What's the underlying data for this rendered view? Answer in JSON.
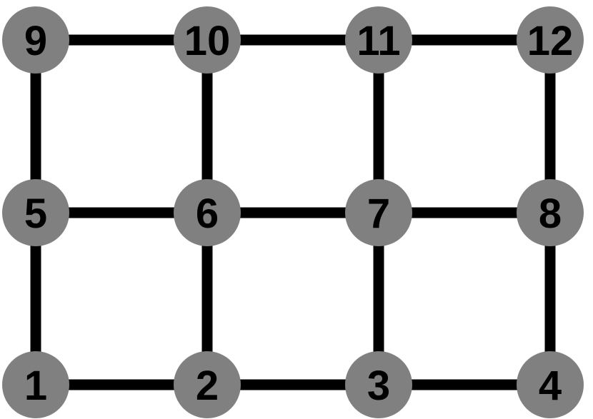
{
  "colors": {
    "background": "#ffffff",
    "node_fill": "#808080",
    "edge": "#000000",
    "label": "#000000"
  },
  "nodes": [
    {
      "id": "1",
      "label": "1",
      "row": 0,
      "col": 0
    },
    {
      "id": "2",
      "label": "2",
      "row": 0,
      "col": 1
    },
    {
      "id": "3",
      "label": "3",
      "row": 0,
      "col": 2
    },
    {
      "id": "4",
      "label": "4",
      "row": 0,
      "col": 3
    },
    {
      "id": "5",
      "label": "5",
      "row": 1,
      "col": 0
    },
    {
      "id": "6",
      "label": "6",
      "row": 1,
      "col": 1
    },
    {
      "id": "7",
      "label": "7",
      "row": 1,
      "col": 2
    },
    {
      "id": "8",
      "label": "8",
      "row": 1,
      "col": 3
    },
    {
      "id": "9",
      "label": "9",
      "row": 2,
      "col": 0
    },
    {
      "id": "10",
      "label": "10",
      "row": 2,
      "col": 1
    },
    {
      "id": "11",
      "label": "11",
      "row": 2,
      "col": 2
    },
    {
      "id": "12",
      "label": "12",
      "row": 2,
      "col": 3
    }
  ],
  "edges": [
    [
      "1",
      "2"
    ],
    [
      "2",
      "3"
    ],
    [
      "3",
      "4"
    ],
    [
      "5",
      "6"
    ],
    [
      "6",
      "7"
    ],
    [
      "7",
      "8"
    ],
    [
      "9",
      "10"
    ],
    [
      "10",
      "11"
    ],
    [
      "11",
      "12"
    ],
    [
      "1",
      "5"
    ],
    [
      "5",
      "9"
    ],
    [
      "2",
      "6"
    ],
    [
      "6",
      "10"
    ],
    [
      "3",
      "7"
    ],
    [
      "7",
      "11"
    ],
    [
      "4",
      "8"
    ],
    [
      "8",
      "12"
    ]
  ]
}
